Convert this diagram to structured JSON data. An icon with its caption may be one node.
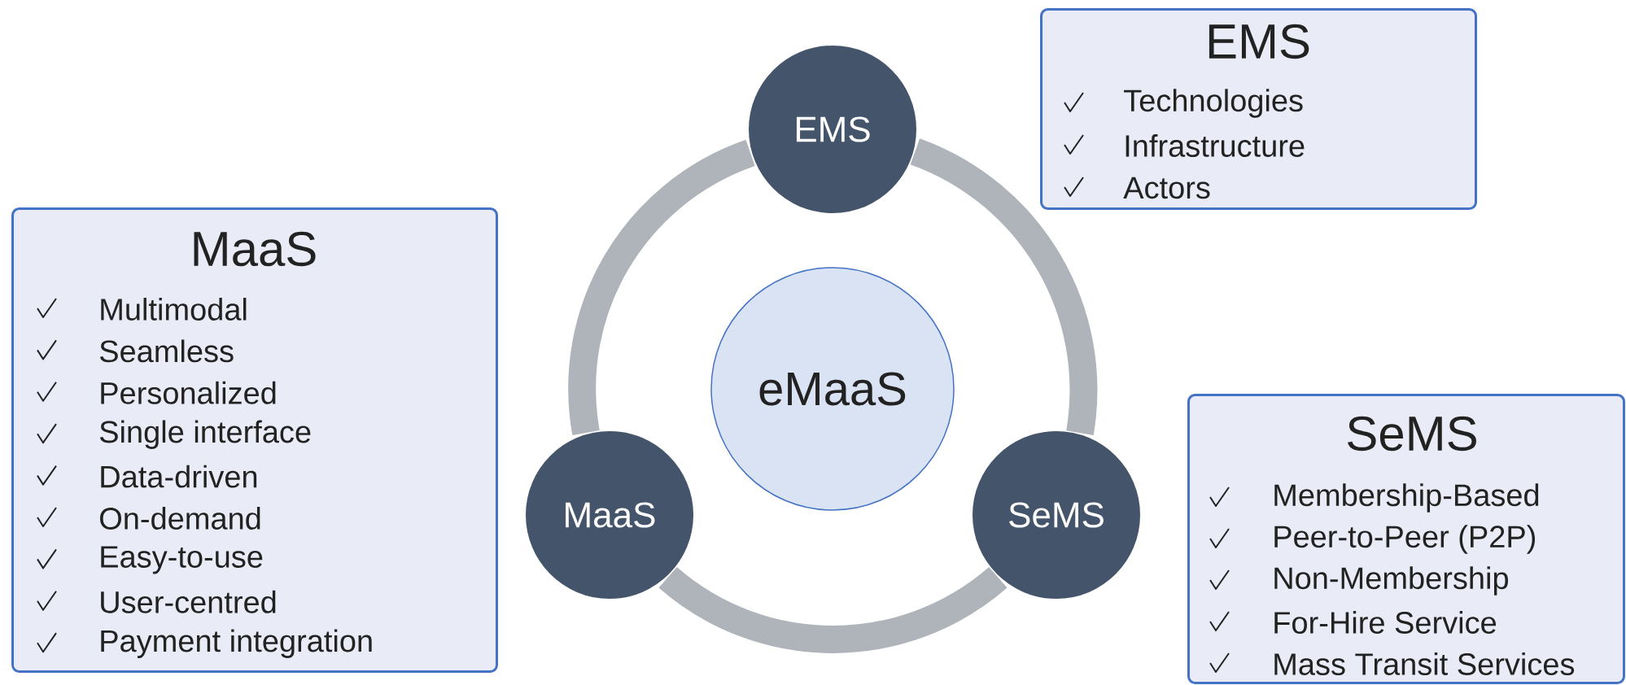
{
  "diagram": {
    "nodes": [
      {
        "text": [
          "EMS"
        ]
      },
      {
        "text": [
          "EMS",
          "Technologies",
          "Infrastructure",
          "Actors"
        ]
      },
      {
        "text": [
          "MaaS",
          "Multimodal",
          "Seamless",
          "Personalized",
          "Single interface",
          "Data-driven",
          "On-demand",
          "Easy-to-use",
          "User-centred",
          "Payment integration"
        ]
      },
      {
        "text": [
          "eMaaS"
        ]
      },
      {
        "text": [
          "MaaS"
        ]
      },
      {
        "text": [
          "SeMS"
        ]
      },
      {
        "text": [
          "SeMS",
          "Membership-Based",
          "Peer-to-Peer (P2P)",
          "Non-Membership",
          "For-Hire Service",
          "Mass Transit Services"
        ]
      }
    ],
    "edges": [
      {
        "from": 0,
        "to": 5,
        "arrow": "none"
      },
      {
        "from": 5,
        "to": 4,
        "arrow": "none"
      },
      {
        "from": 4,
        "to": 0,
        "arrow": "none"
      }
    ]
  }
}
